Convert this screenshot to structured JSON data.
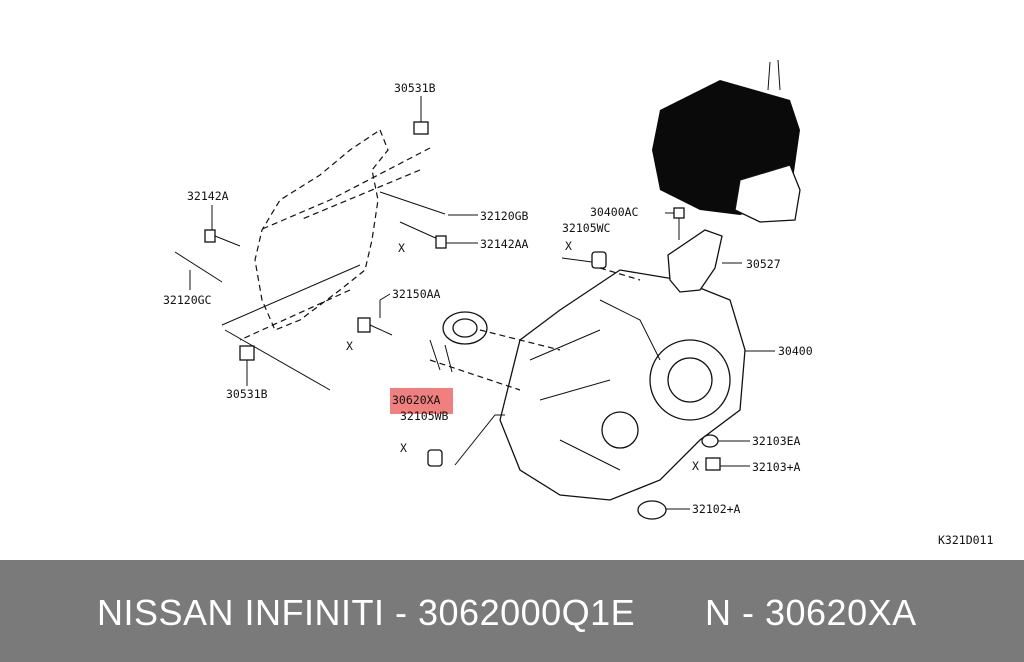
{
  "diagram": {
    "labels": {
      "p30531B_top": "30531B",
      "p32142A": "32142A",
      "p32120GB": "32120GB",
      "p32142AA": "32142AA",
      "p32120GC": "32120GC",
      "p32150AA": "32150AA",
      "p30531B_bottom": "30531B",
      "p30620XA": "30620XA",
      "p32105WB": "32105WB",
      "p30400AC": "30400AC",
      "p32105WC": "32105WC",
      "p30527": "30527",
      "p30400": "30400",
      "p32103EA": "32103EA",
      "p32103A": "32103+A",
      "p32102A": "32102+A",
      "diagram_code": "K321D011",
      "x1": "X",
      "x2": "X",
      "x3": "X",
      "x4": "X",
      "x5": "X"
    },
    "highlight_color": "#f08080"
  },
  "footer": {
    "left": "NISSAN INFINITI - 3062000Q1E",
    "right": "N - 30620XA"
  }
}
